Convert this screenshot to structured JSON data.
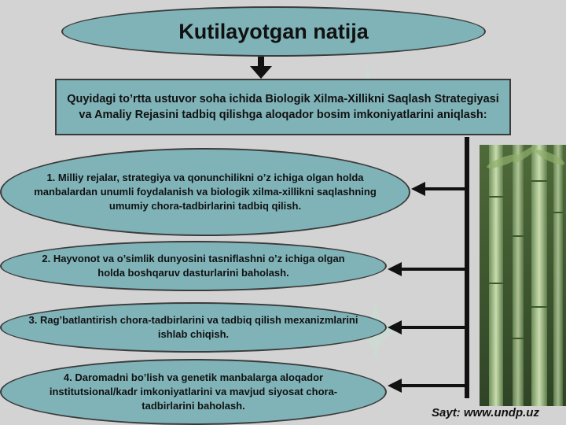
{
  "title": "Kutilayotgan natija",
  "intro": "Quyidagi to’rtta ustuvor soha ichida Biologik Xilma-Xillikni Saqlash Strategiyasi va Amaliy Rejasini tadbiq qilishga aloqador bosim imkoniyatlarini aniqlash:",
  "items": [
    "1. Milliy rejalar, strategiya va qonunchilikni o’z ichiga olgan holda manbalardan unumli foydalanish va biologik xilma-xillikni saqlashning umumiy chora-tadbirlarini tadbiq qilish.",
    "2. Hayvonot va o’simlik dunyosini tasniflashni o’z ichiga olgan holda boshqaruv dasturlarini baholash.",
    "3. Rag’batlantirish chora-tadbirlarini va tadbiq qilish mexanizmlarini ishlab chiqish.",
    "4. Daromadni bo’lish va genetik manbalarga aloqador institutsional/kadr imkoniyatlarini va mavjud siyosat chora-tadbirlarini baholash."
  ],
  "footer": "Sayt: www.undp.uz",
  "colors": {
    "shape_fill": "#7fb3b8",
    "background": "#d3d3d3",
    "arrow": "#111111"
  }
}
